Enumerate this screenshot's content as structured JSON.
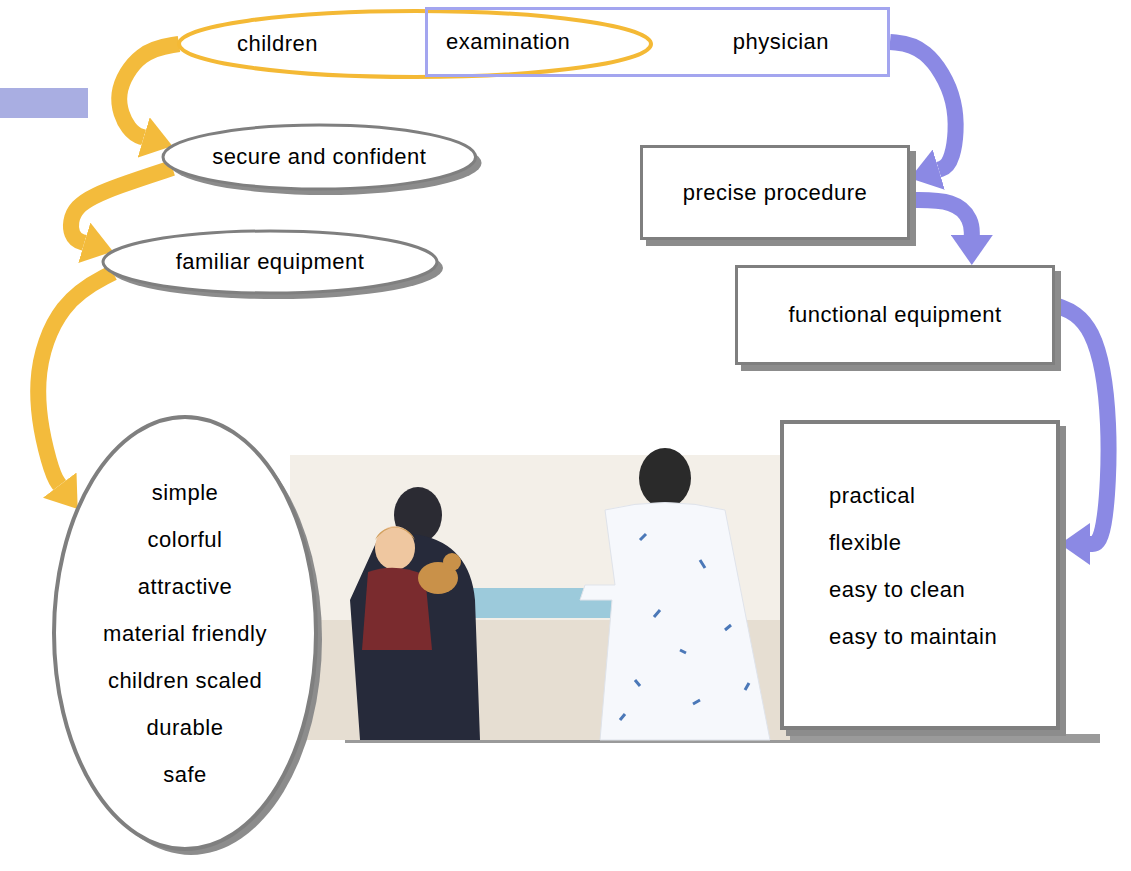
{
  "diagram": {
    "nodes": [
      {
        "text": [
          "children"
        ]
      },
      {
        "text": [
          "examination",
          "physician"
        ]
      },
      {
        "text": [
          "secure and confident"
        ]
      },
      {
        "text": [
          "familiar equipment"
        ]
      },
      {
        "text": [
          "simple",
          "colorful",
          "attractive",
          "material friendly",
          "children scaled",
          "durable",
          "safe"
        ]
      },
      {
        "text": [
          "precise procedure"
        ]
      },
      {
        "text": [
          "functional equipment"
        ]
      },
      {
        "text": [
          "practical",
          "flexible",
          "easy to clean",
          "easy to maintain"
        ]
      }
    ],
    "edges": [
      {
        "from": 0,
        "to": 2,
        "arrow": "to"
      },
      {
        "from": 2,
        "to": 3,
        "arrow": "to"
      },
      {
        "from": 3,
        "to": 4,
        "arrow": "to"
      },
      {
        "from": 1,
        "to": 5,
        "arrow": "to"
      },
      {
        "from": 5,
        "to": 6,
        "arrow": "to"
      },
      {
        "from": 6,
        "to": 7,
        "arrow": "to"
      }
    ]
  }
}
